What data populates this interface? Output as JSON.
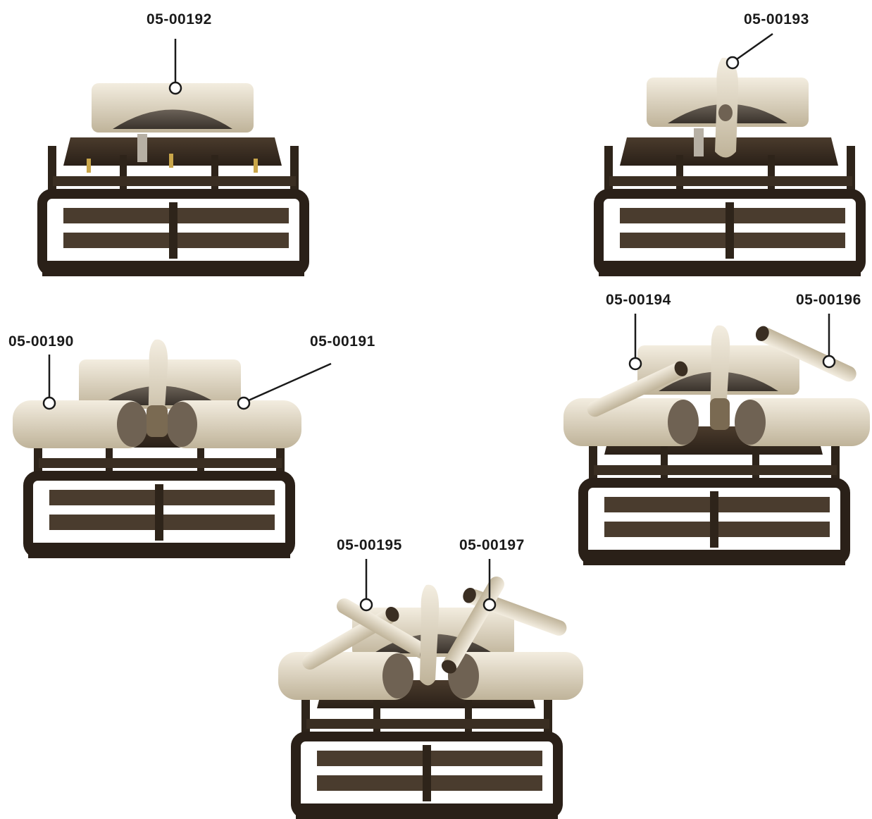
{
  "parts": [
    {
      "id": "p192",
      "label": "05-00192"
    },
    {
      "id": "p193",
      "label": "05-00193"
    },
    {
      "id": "p190",
      "label": "05-00190"
    },
    {
      "id": "p191",
      "label": "05-00191"
    },
    {
      "id": "p194",
      "label": "05-00194"
    },
    {
      "id": "p196",
      "label": "05-00196"
    },
    {
      "id": "p195",
      "label": "05-00195"
    },
    {
      "id": "p197",
      "label": "05-00197"
    }
  ],
  "colors": {
    "grate": "#3a2e22",
    "grate_dark": "#241c14",
    "birch": "#e8e0cf",
    "birch_shadow": "#b5a98f",
    "bark": "#5a4a38",
    "callout": "#1a1a1a"
  }
}
